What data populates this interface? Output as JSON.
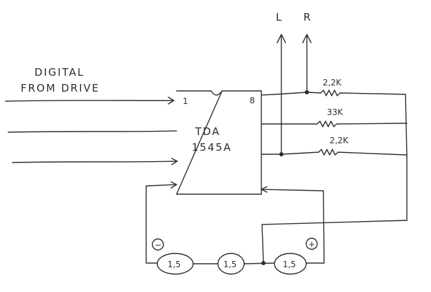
{
  "input_label": {
    "line1": "DIGITAL",
    "line2": "FROM DRIVE"
  },
  "outputs": {
    "left": "L",
    "right": "R"
  },
  "chip": {
    "line1": "TDA",
    "line2": "1545A",
    "pin_left": "1",
    "pin_right": "8"
  },
  "resistors": {
    "top": "2,2K",
    "middle": "33K",
    "bottom": "2,2K"
  },
  "batteries": [
    {
      "value": "1,5"
    },
    {
      "value": "1,5"
    },
    {
      "value": "1,5"
    }
  ],
  "polarity": {
    "negative": "−",
    "positive": "+"
  },
  "colors": {
    "ink": "#2b2b33"
  }
}
